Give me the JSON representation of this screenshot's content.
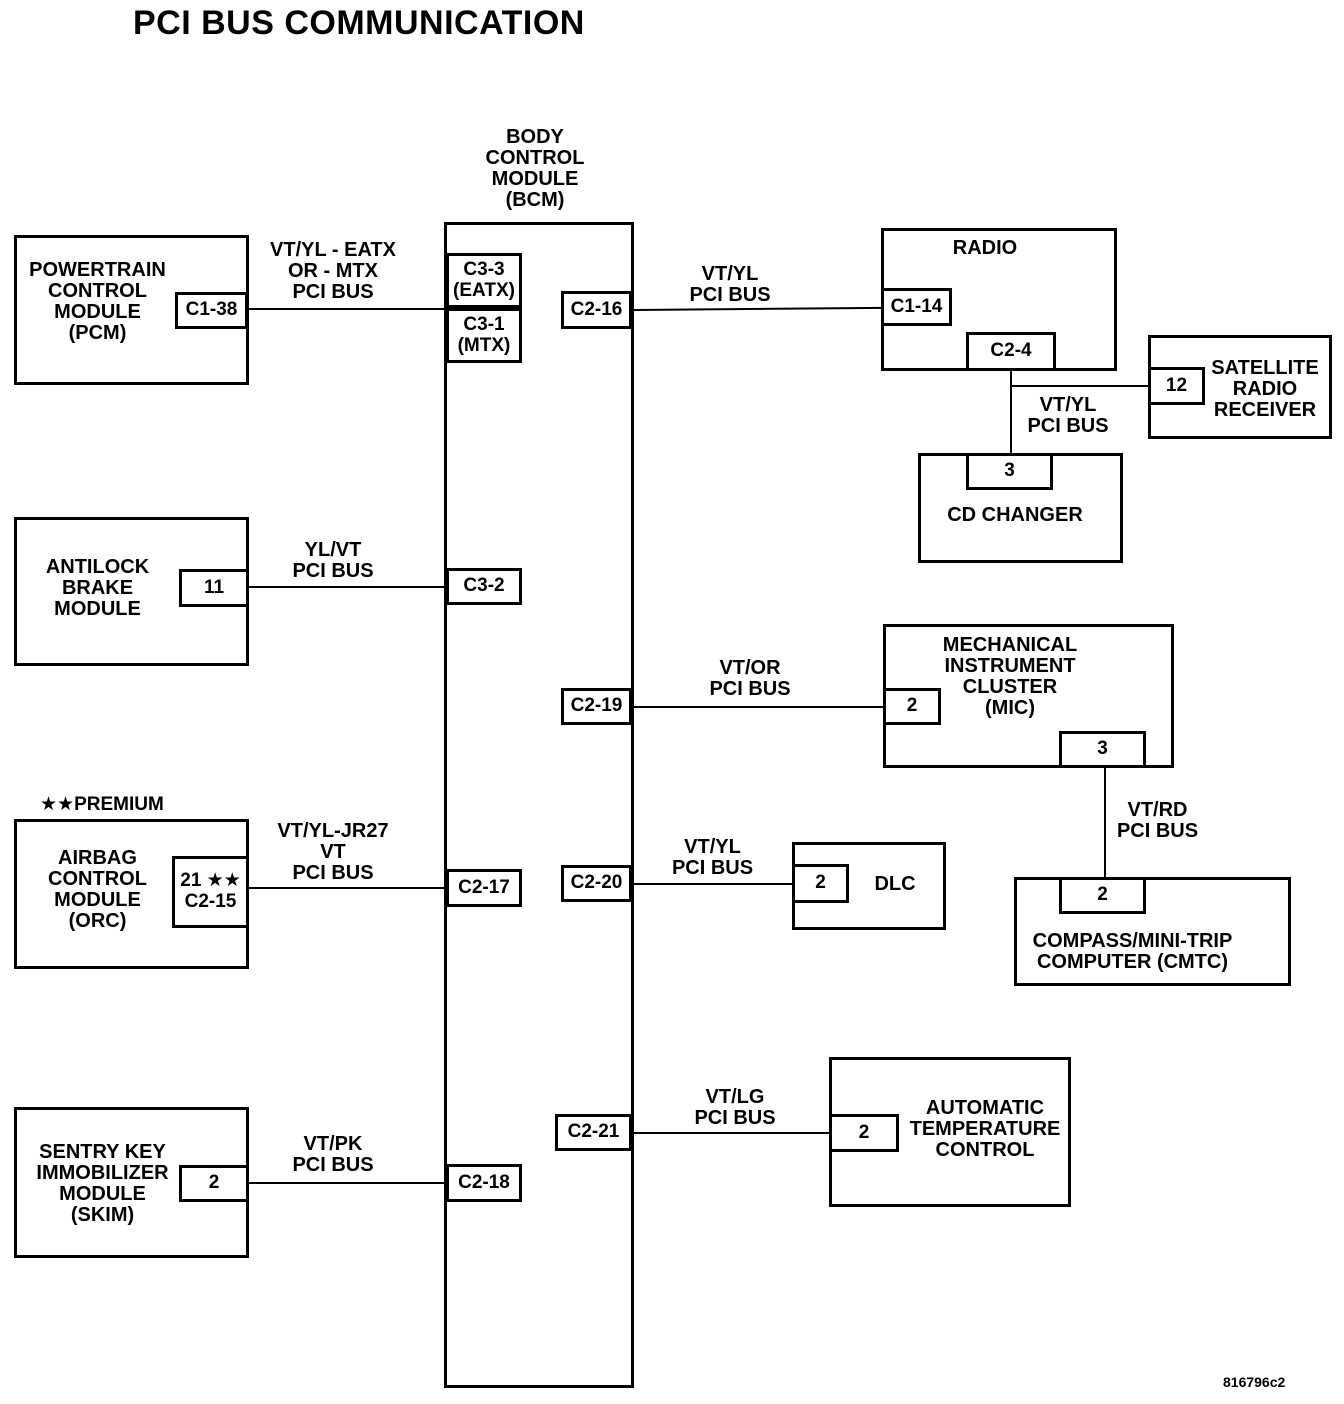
{
  "title": "PCI BUS COMMUNICATION",
  "figure_ref": "816796c2",
  "bcm": {
    "label": "BODY\nCONTROL\nMODULE\n(BCM)",
    "pins": {
      "c3_3": "C3-3\n(EATX)",
      "c3_1": "C3-1\n(MTX)",
      "c3_2": "C3-2",
      "c2_17": "C2-17",
      "c2_18": "C2-18",
      "c2_16": "C2-16",
      "c2_19": "C2-19",
      "c2_20": "C2-20",
      "c2_21": "C2-21"
    }
  },
  "pcm": {
    "label": "POWERTRAIN\nCONTROL\nMODULE\n(PCM)",
    "pin": "C1-38",
    "wire": "VT/YL - EATX\nOR - MTX\nPCI BUS"
  },
  "abs_module": {
    "label": "ANTILOCK\nBRAKE\nMODULE",
    "pin": "11",
    "wire": "YL/VT\nPCI BUS"
  },
  "airbag": {
    "premium_note": "★★PREMIUM",
    "label": "AIRBAG\nCONTROL\nMODULE\n(ORC)",
    "pin": "21\n★★\nC2-15",
    "wire": "VT/YL-JR27\nVT\nPCI BUS"
  },
  "skim": {
    "label": "SENTRY KEY\nIMMOBILIZER\nMODULE\n(SKIM)",
    "pin": "2",
    "wire": "VT/PK\nPCI BUS"
  },
  "radio": {
    "label": "RADIO",
    "pin_in": "C1-14",
    "pin_out": "C2-4",
    "wire": "VT/YL\nPCI BUS"
  },
  "satellite": {
    "label": "SATELLITE\nRADIO\nRECEIVER",
    "pin": "12"
  },
  "cd_changer": {
    "label": "CD CHANGER",
    "pin": "3",
    "wire": "VT/YL\nPCI BUS"
  },
  "mic": {
    "label": "MECHANICAL\nINSTRUMENT\nCLUSTER\n(MIC)",
    "pin_in": "2",
    "pin_out": "3",
    "wire": "VT/OR\nPCI BUS"
  },
  "cmtc": {
    "label": "COMPASS/MINI-TRIP\nCOMPUTER (CMTC)",
    "pin": "2",
    "wire": "VT/RD\nPCI BUS"
  },
  "dlc": {
    "label": "DLC",
    "pin": "2",
    "wire": "VT/YL\nPCI BUS"
  },
  "atc": {
    "label": "AUTOMATIC\nTEMPERATURE\nCONTROL",
    "pin": "2",
    "wire": "VT/LG\nPCI BUS"
  }
}
